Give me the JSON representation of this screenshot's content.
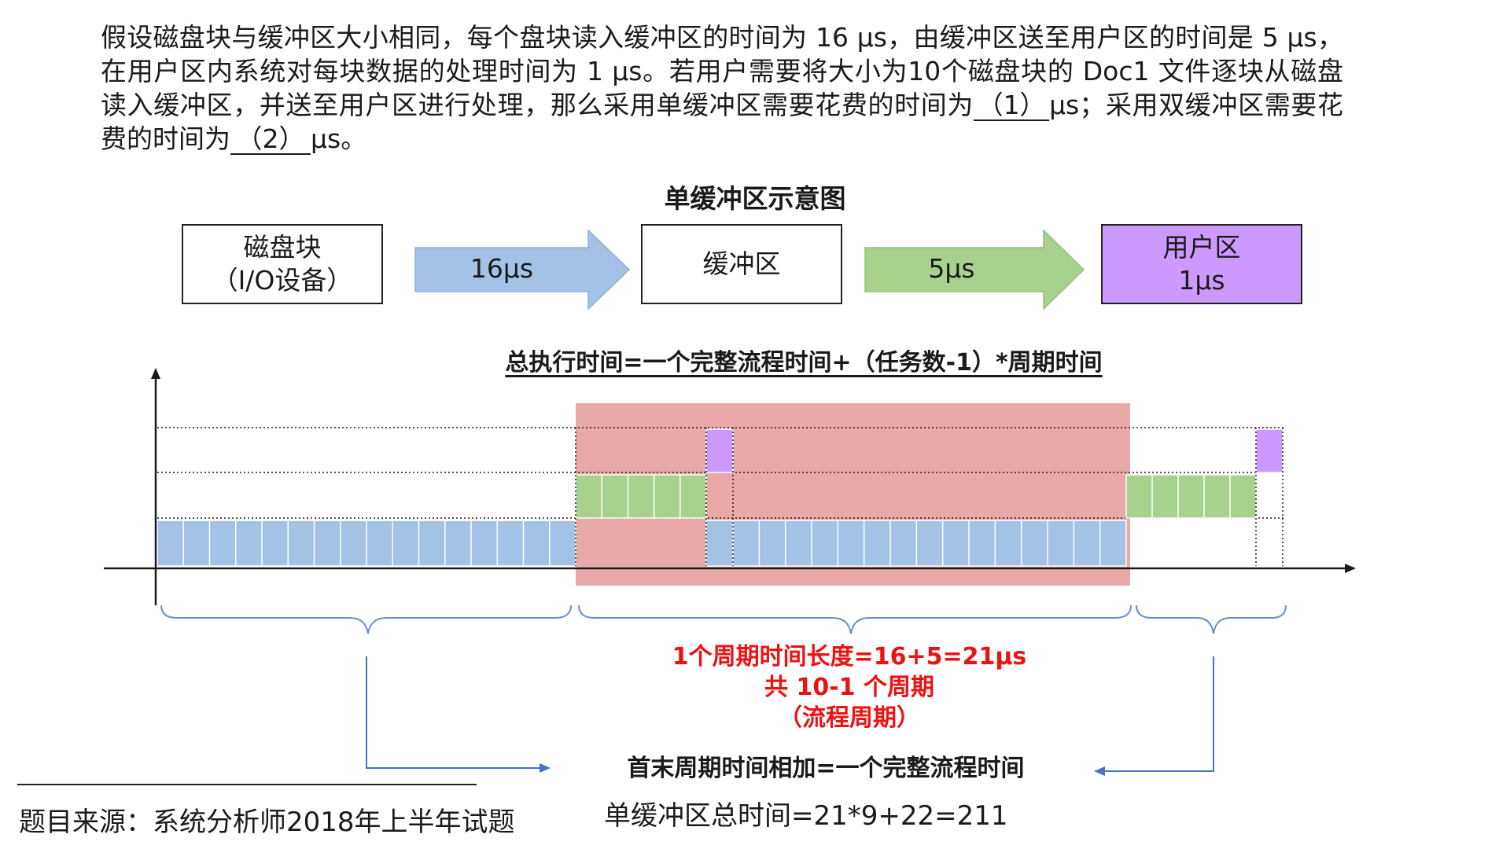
{
  "problem": {
    "text_before_blank1": "假设磁盘块与缓冲区大小相同，每个盘块读入缓冲区的时间为 16 μs，由缓冲区送至用户区的时间是 5 μs，在用户区内系统对每块数据的处理时间为 1 μs。若用户需要将大小为10个磁盘块的 Doc1 文件逐块从磁盘读入缓冲区，并送至用户区进行处理，那么采用单缓冲区需要花费的时间为",
    "blank1": "（1）",
    "text_between": "μs；采用双缓冲区需要花费的时间为",
    "blank2": "（2）",
    "text_after_blank2": "μs。"
  },
  "diagram_title": "单缓冲区示意图",
  "flow": {
    "disk_line1": "磁盘块",
    "disk_line2": "（I/O设备）",
    "arrow1_label": "16μs",
    "buffer_label": "缓冲区",
    "arrow2_label": "5μs",
    "user_line1": "用户区",
    "user_line2": "1μs"
  },
  "formula": "总执行时间=一个完整流程时间+（任务数-1）*周期时间",
  "cycle_note": {
    "line1": "1个周期时间长度=16+5=21μs",
    "line2": "共 10-1 个周期",
    "line3": "（流程周期）"
  },
  "sum_note": "首末周期时间相加=一个完整流程时间",
  "source": "题目来源：系统分析师2018年上半年试题",
  "total": "单缓冲区总时间=21*9+22=211",
  "colors": {
    "read_blue": "#a4c2e6",
    "transfer_green": "#a9d18e",
    "process_purple": "#cc99ff",
    "cycle_red": "#e9a9a9",
    "note_red": "#ee1111",
    "bracket_blue": "#4472c4"
  }
}
